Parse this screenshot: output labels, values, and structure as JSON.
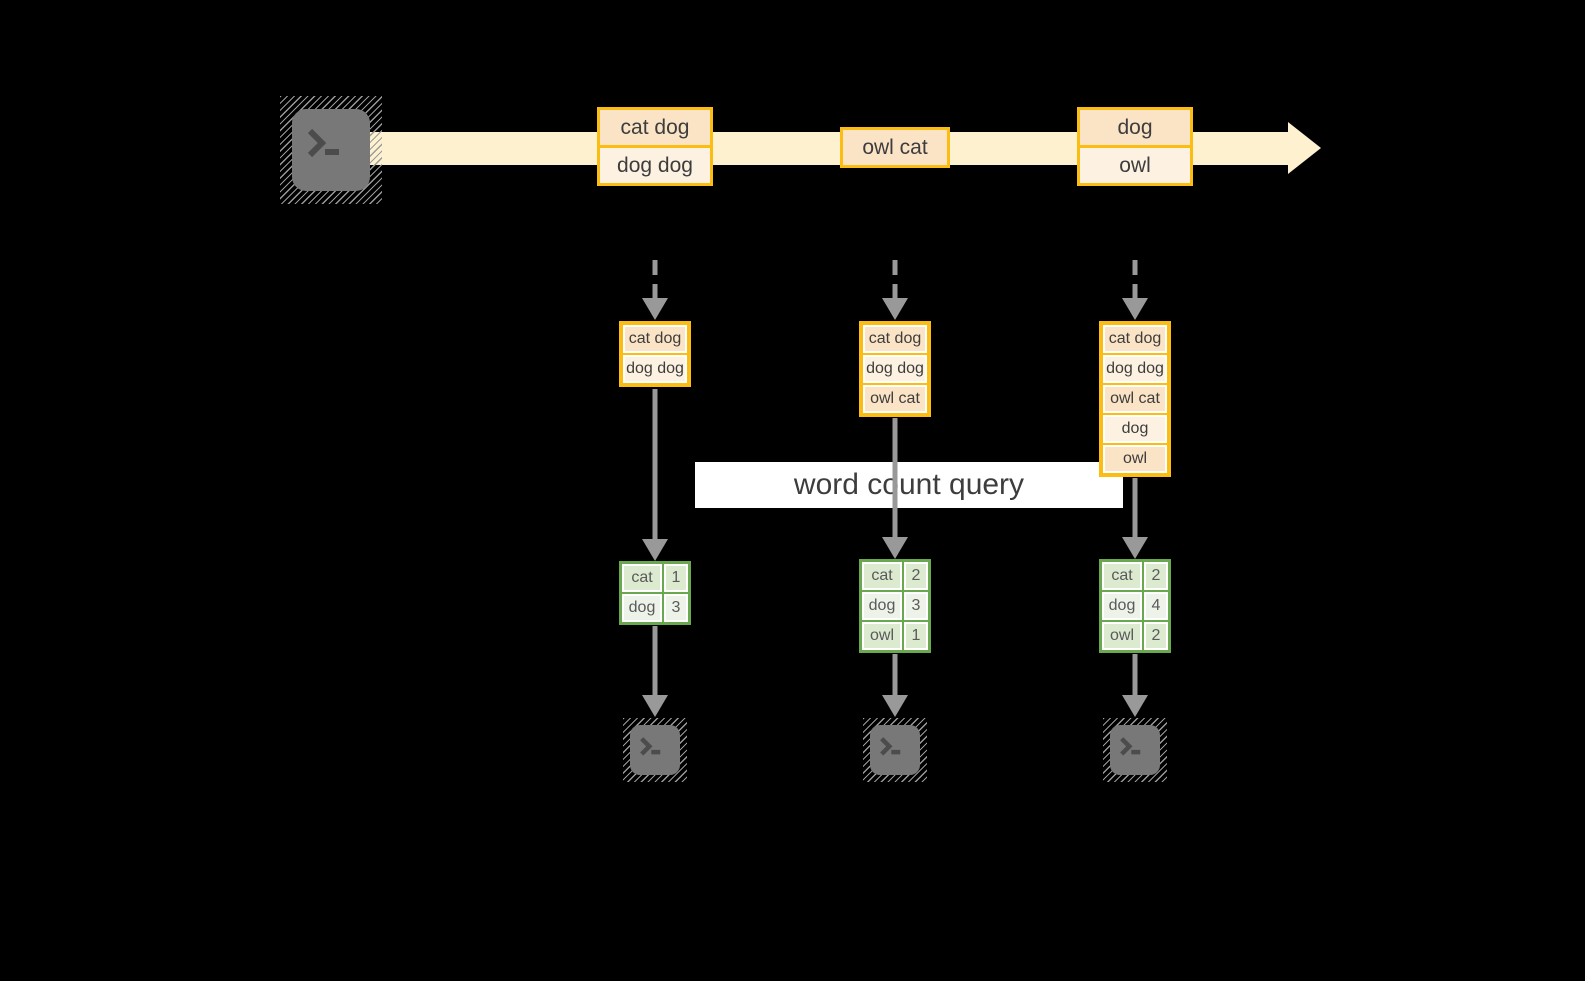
{
  "banner": {
    "label": "word count query"
  },
  "stream": {
    "source_icon": "terminal-icon",
    "events": [
      {
        "rows": [
          "cat dog",
          "dog dog"
        ]
      },
      {
        "rows": [
          "owl cat"
        ]
      },
      {
        "rows": [
          "dog",
          "owl"
        ]
      }
    ]
  },
  "batches": [
    {
      "rows": [
        "cat dog",
        "dog dog"
      ]
    },
    {
      "rows": [
        "cat dog",
        "dog dog",
        "owl cat"
      ]
    },
    {
      "rows": [
        "cat dog",
        "dog dog",
        "owl cat",
        "dog",
        "owl"
      ]
    }
  ],
  "results": [
    {
      "rows": [
        [
          "cat",
          "1"
        ],
        [
          "dog",
          "3"
        ]
      ]
    },
    {
      "rows": [
        [
          "cat",
          "2"
        ],
        [
          "dog",
          "3"
        ],
        [
          "owl",
          "1"
        ]
      ]
    },
    {
      "rows": [
        [
          "cat",
          "2"
        ],
        [
          "dog",
          "4"
        ],
        [
          "owl",
          "2"
        ]
      ]
    }
  ],
  "sink_icons": [
    "terminal-icon",
    "terminal-icon",
    "terminal-icon"
  ],
  "colors": {
    "gold": "#fcbd13",
    "peach": "#fbe3c6",
    "cream": "#fdf2e2",
    "band": "#fdf1cf",
    "green": "#6aa84f",
    "gcellA": "#dcead0",
    "gcellB": "#edf3e8",
    "arrow": "#999999",
    "text": "#3d3d3d",
    "background": "#000000"
  }
}
